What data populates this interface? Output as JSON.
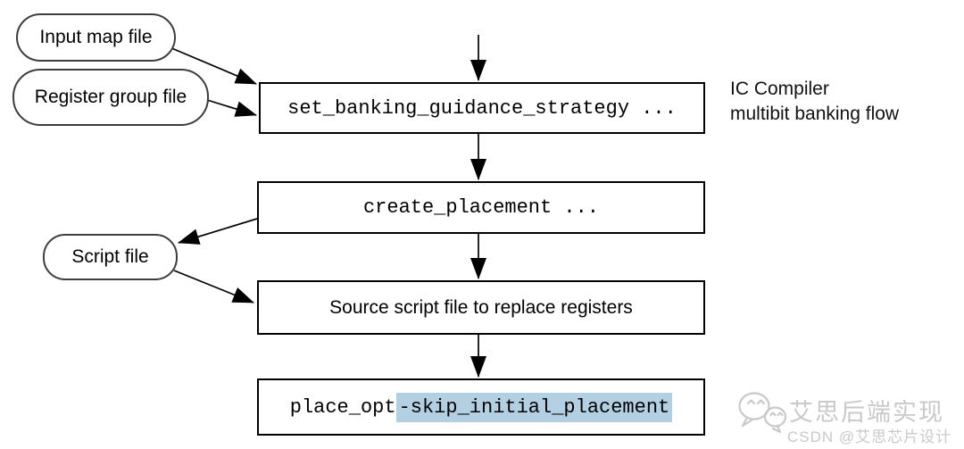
{
  "diagram": {
    "side_label": {
      "line1": "IC Compiler",
      "line2": "multibit banking flow"
    },
    "ovals": [
      {
        "id": "input-map-file",
        "label": "Input map file"
      },
      {
        "id": "register-group-file",
        "label": "Register group file"
      },
      {
        "id": "script-file",
        "label": "Script file"
      }
    ],
    "steps": [
      {
        "id": "set-banking-guidance-strategy",
        "text": "set_banking_guidance_strategy ...",
        "font": "mono"
      },
      {
        "id": "create-placement",
        "text": "create_placement ...",
        "font": "mono"
      },
      {
        "id": "source-script-file",
        "text": "Source script file to replace registers",
        "font": "sans"
      },
      {
        "id": "place-opt",
        "text_prefix": "place_opt ",
        "text_highlight": "-skip_initial_placement",
        "font": "mono"
      }
    ],
    "colors": {
      "highlight": "#b3cfe2",
      "line": "#000000",
      "box_border": "#000000",
      "watermark": "#c9c9c9"
    }
  },
  "watermark": {
    "brand": "艾思后端实现",
    "csdn": "CSDN @艾思芯片设计",
    "icon": "wechat-icon"
  }
}
